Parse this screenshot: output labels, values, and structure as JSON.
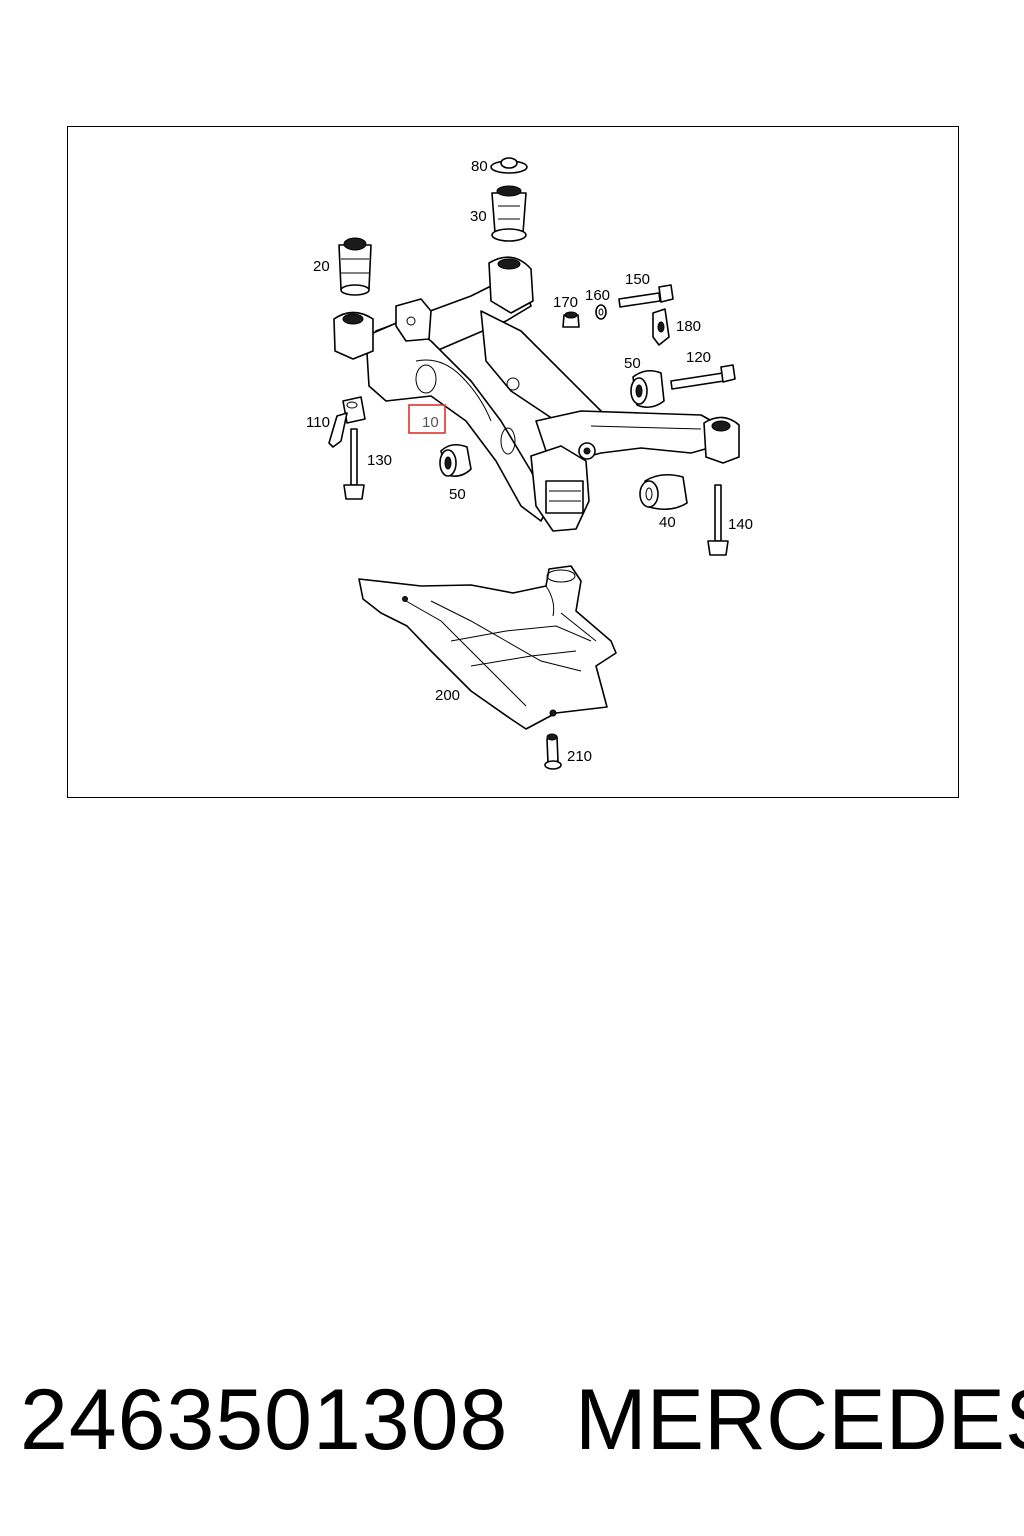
{
  "diagram": {
    "callouts": {
      "c10": "10",
      "c20": "20",
      "c30": "30",
      "c40": "40",
      "c50a": "50",
      "c50b": "50",
      "c80": "80",
      "c110": "110",
      "c120": "120",
      "c130": "130",
      "c140": "140",
      "c150": "150",
      "c160": "160",
      "c170": "170",
      "c180": "180",
      "c200": "200",
      "c210": "210"
    },
    "highlight_color": "#e0312e"
  },
  "caption": {
    "part_number": "2463501308",
    "brand": "MERCEDES"
  }
}
